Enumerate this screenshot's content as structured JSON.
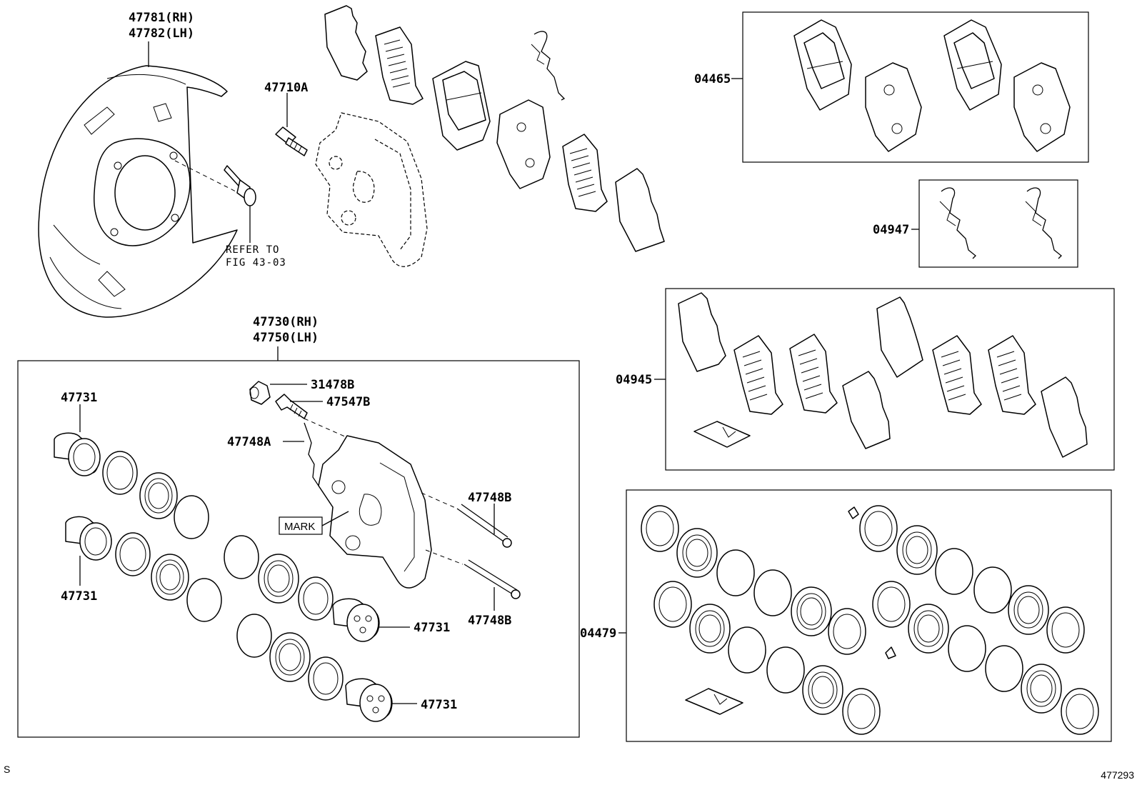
{
  "labels": {
    "p47781": "47781(RH)",
    "p47782": "47782(LH)",
    "p47710a": "47710A",
    "refer_line1": "REFER TO",
    "refer_line2": "FIG 43-03",
    "p47730": "47730(RH)",
    "p47750": "47750(LH)",
    "p31478b": "31478B",
    "p47547b": "47547B",
    "p47748a": "47748A",
    "p47748b_top": "47748B",
    "p47748b_bottom": "47748B",
    "p47731_1": "47731",
    "p47731_2": "47731",
    "p47731_3": "47731",
    "p47731_4": "47731",
    "mark": "MARK",
    "k04465": "04465",
    "k04947": "04947",
    "k04945": "04945",
    "k04479": "04479"
  },
  "footer": {
    "left_mark": "S",
    "figure_id": "477293"
  }
}
